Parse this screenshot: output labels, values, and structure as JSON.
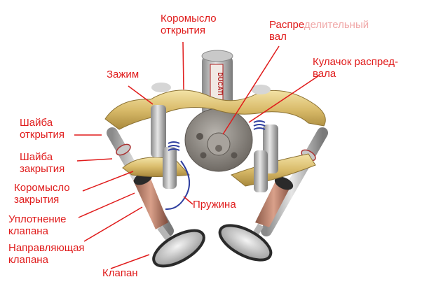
{
  "diagram": {
    "subject": "Desmodromic valve mechanism (Ducati)",
    "brand_mark": "DUCATI",
    "label_color": "#e01b1b",
    "labels": {
      "opening_rocker": {
        "line1": "Коромысло",
        "line2": "открытия"
      },
      "camshaft": {
        "line1a": "Распре",
        "line1b": "делительный",
        "line2": "вал"
      },
      "clamp": {
        "line1": "Зажим"
      },
      "cam_lobe": {
        "line1": "Кулачок распред-",
        "line2": "вала"
      },
      "opening_shim": {
        "line1": "Шайба",
        "line2": "открытия"
      },
      "closing_shim": {
        "line1": "Шайба",
        "line2": "закрытия"
      },
      "closing_rocker": {
        "line1": "Коромысло",
        "line2": "закрытия"
      },
      "spring": {
        "line1": "Пружина"
      },
      "valve_seal": {
        "line1": "Уплотнение",
        "line2": "клапана"
      },
      "valve_guide": {
        "line1": "Направляющая",
        "line2": "клапана"
      },
      "valve": {
        "line1": "Клапан"
      }
    }
  }
}
